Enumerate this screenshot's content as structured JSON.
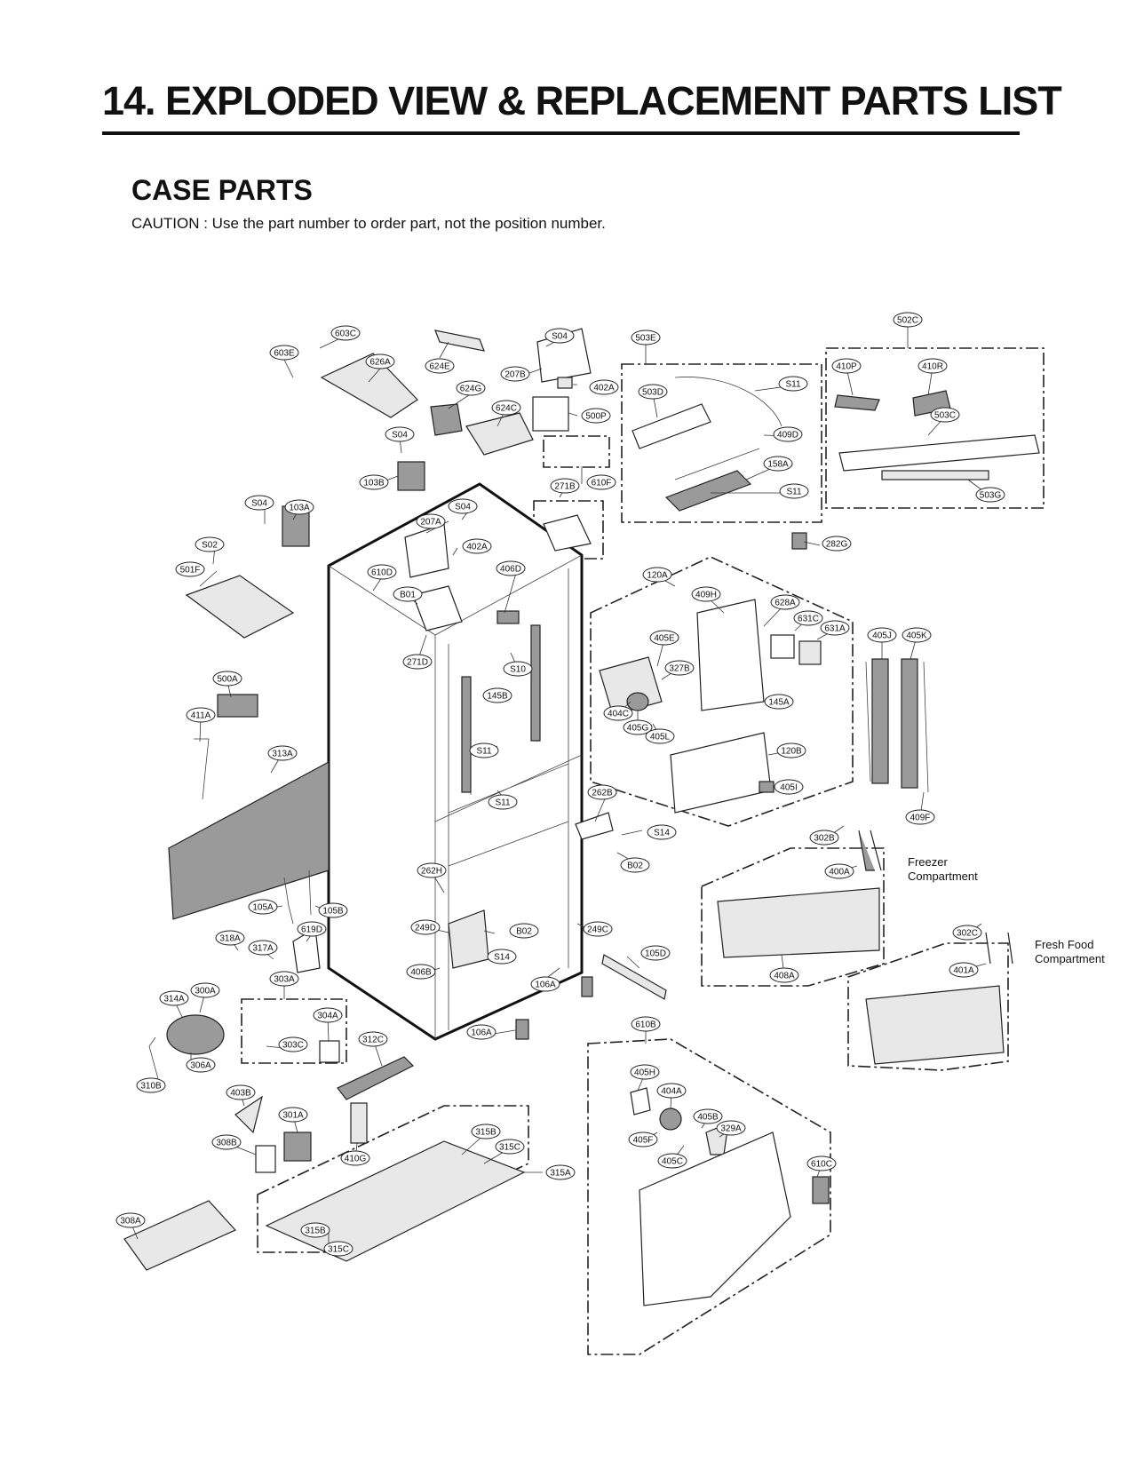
{
  "header": {
    "title": "14. EXPLODED VIEW & REPLACEMENT PARTS LIST",
    "section": "CASE PARTS",
    "caution": "CAUTION : Use the part number to order part, not the position number."
  },
  "compartments": {
    "freezer_1": "Freezer",
    "freezer_2": "Compartment",
    "fresh_1": "Fresh Food",
    "fresh_2": "Compartment"
  },
  "callouts": [
    "603C",
    "603E",
    "626A",
    "624E",
    "S04",
    "207B",
    "402A",
    "624G",
    "624C",
    "500P",
    "S04",
    "103B",
    "610F",
    "271B",
    "S04",
    "103A",
    "207A",
    "S04",
    "402A",
    "S02",
    "501F",
    "610D",
    "B01",
    "406D",
    "271D",
    "S10",
    "145B",
    "500A",
    "411A",
    "S11",
    "S11",
    "313A",
    "262B",
    "S14",
    "B02",
    "262H",
    "105A",
    "105B",
    "318A",
    "317A",
    "619D",
    "249D",
    "B02",
    "S14",
    "249C",
    "406B",
    "106A",
    "105D",
    "303A",
    "314A",
    "300A",
    "304A",
    "303C",
    "306A",
    "310B",
    "312C",
    "106A",
    "403B",
    "301A",
    "308B",
    "410G",
    "315B",
    "315C",
    "315A",
    "308A",
    "315B",
    "315C",
    "503E",
    "503D",
    "S11",
    "409D",
    "158A",
    "S11",
    "502C",
    "410P",
    "410R",
    "503C",
    "503G",
    "282G",
    "120A",
    "409H",
    "628A",
    "631C",
    "631A",
    "405E",
    "327B",
    "404C",
    "405G",
    "405L",
    "145A",
    "120B",
    "405I",
    "405J",
    "405K",
    "409F",
    "302B",
    "400A",
    "408A",
    "302C",
    "401A",
    "610B",
    "405H",
    "404A",
    "405B",
    "329A",
    "405F",
    "405C",
    "610C"
  ]
}
